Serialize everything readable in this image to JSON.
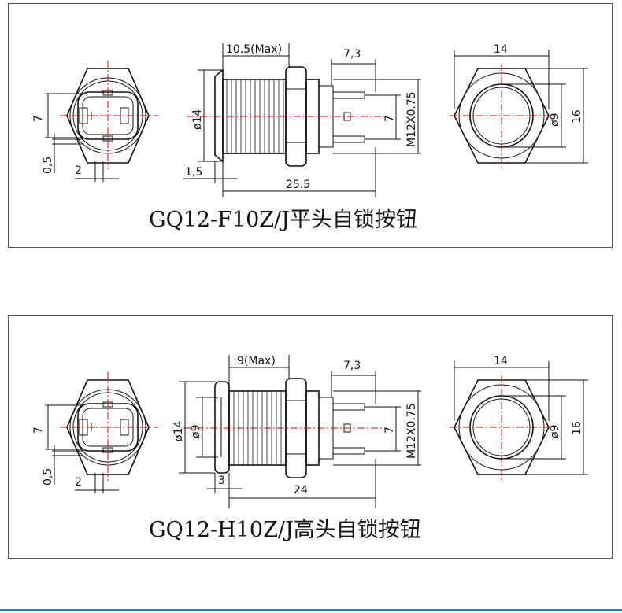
{
  "drawings": [
    {
      "title": "GQ12-F10Z/J平头自锁按钮",
      "dims": {
        "left_height": "7",
        "left_offset": "0,5",
        "left_width": "2",
        "length_max": "10.5(Max)",
        "pin_length": "7,3",
        "diameter_head": "ø14",
        "head_thickness": "1,5",
        "total_length": "25.5",
        "pin_spacing": "7",
        "thread": "M12X0.75",
        "right_width": "14",
        "right_inner": "ø9",
        "right_height": "16"
      }
    },
    {
      "title": "GQ12-H10Z/J高头自锁按钮",
      "dims": {
        "left_height": "7",
        "left_offset": "0,5",
        "left_width": "2",
        "length_max": "9(Max)",
        "pin_length": "7,3",
        "diameter_head": "ø14",
        "diameter_inner": "ø9",
        "head_thickness": "3",
        "total_length": "24",
        "pin_spacing": "7",
        "thread": "M12X0.75",
        "right_width": "14",
        "right_inner": "ø9",
        "right_height": "16"
      }
    }
  ],
  "accent_color": "#2f7fc1",
  "centerline_color": "#e00000"
}
